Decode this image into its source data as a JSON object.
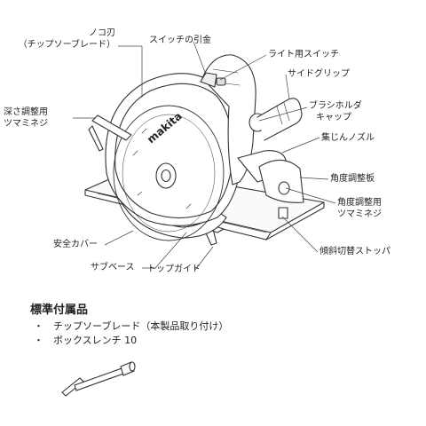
{
  "labels": {
    "saw_blade": "ノコ刃",
    "saw_blade_sub": "（チップソーブレード）",
    "switch_trigger": "スイッチの引金",
    "light_switch": "ライト用スイッチ",
    "depth_knob": "深さ調整用",
    "depth_knob_sub": "ツマミネジ",
    "side_grip": "サイドグリップ",
    "brush_cap": "ブラシホルダ",
    "brush_cap_sub": "キャップ",
    "dust_nozzle": "集じんノズル",
    "angle_plate": "角度調整板",
    "angle_knob": "角度調整用",
    "angle_knob_sub": "ツマミネジ",
    "safety_cover": "安全カバー",
    "sub_base": "サブベース",
    "bevel_stopper": "傾斜切替ストッパ",
    "top_guide": "トップガイド"
  },
  "brand": "makita",
  "accessories": {
    "title": "標準付属品",
    "bullet": "・",
    "items": [
      "チップソーブレード（本製品取り付け）",
      "ボックスレンチ 10"
    ]
  }
}
